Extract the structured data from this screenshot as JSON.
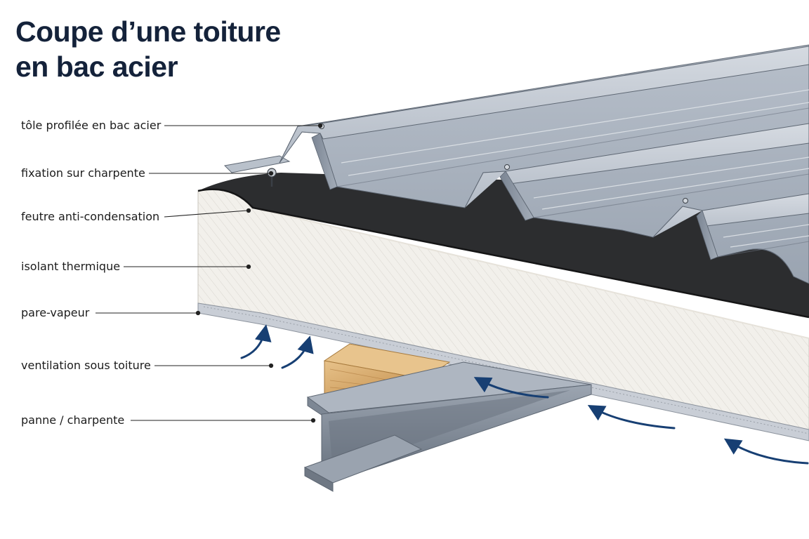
{
  "title": {
    "line1": "Coupe d’une toiture",
    "line2": "en bac acier"
  },
  "labels": [
    {
      "id": "tole",
      "text": "tôle profilée en bac acier"
    },
    {
      "id": "fixation",
      "text": "fixation sur charpente"
    },
    {
      "id": "feutre",
      "text": "feutre anti-condensation"
    },
    {
      "id": "isolant",
      "text": "isolant thermique"
    },
    {
      "id": "pare_vapeur",
      "text": "pare-vapeur"
    },
    {
      "id": "ventilation",
      "text": "ventilation sous toiture"
    },
    {
      "id": "panne",
      "text": "panne / charpente"
    }
  ],
  "colors": {
    "title": "#14223a",
    "steel": "#8d98a6",
    "steel_light": "#c3cad3",
    "felt": "#2c2d2f",
    "insulation": "#f2f0eb",
    "wood": "#d9ad6c",
    "airflow": "#173f73"
  },
  "icons": {
    "airflow": "curved-arrow-icon",
    "fastener": "screw-icon"
  }
}
